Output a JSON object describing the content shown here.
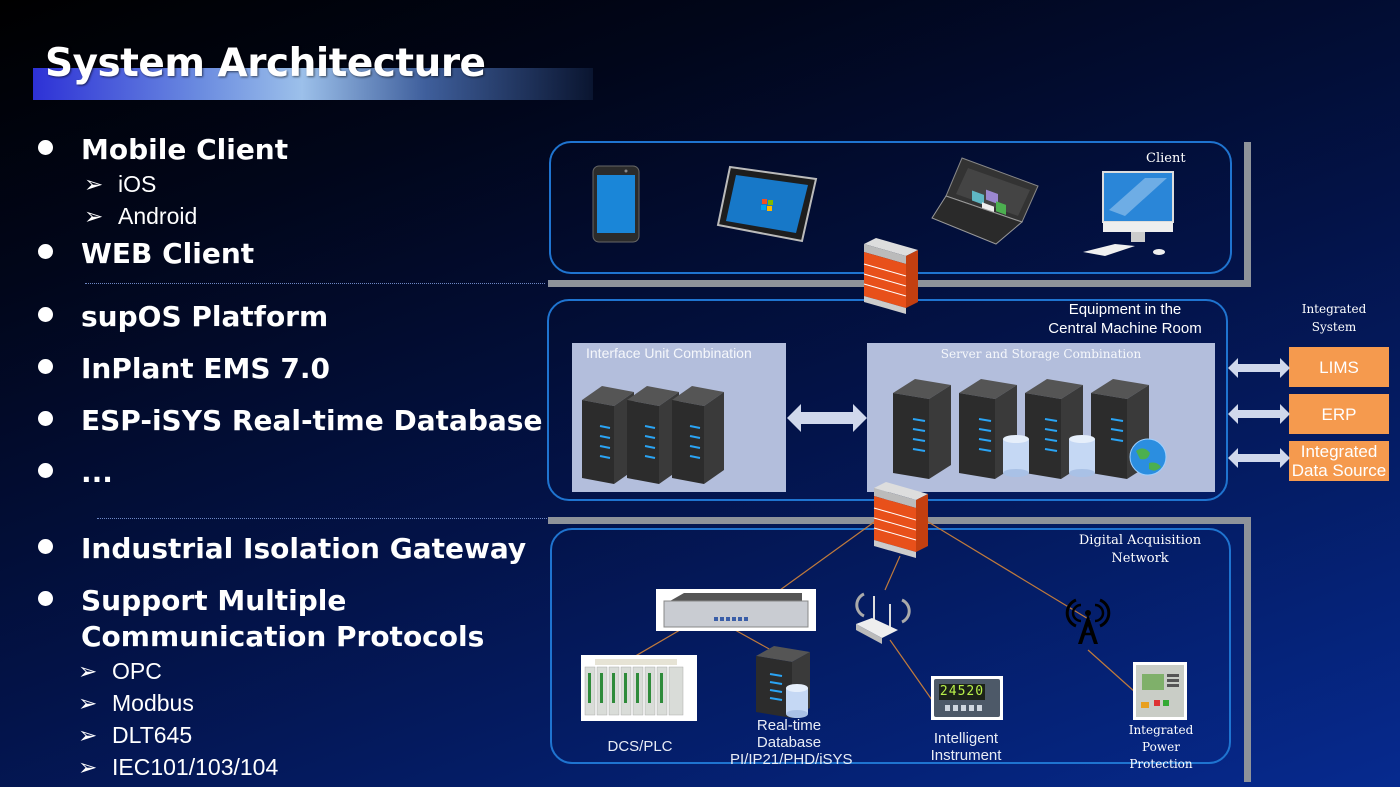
{
  "title": "System Architecture",
  "bullets_top": [
    {
      "label": "Mobile Client",
      "sub": [
        "iOS",
        "Android"
      ]
    },
    {
      "label": "WEB Client",
      "sub": []
    }
  ],
  "bullets_mid": [
    {
      "label": "supOS Platform"
    },
    {
      "label": "InPlant EMS 7.0"
    },
    {
      "label": "ESP-iSYS Real-time Database"
    },
    {
      "label": "..."
    }
  ],
  "bullets_bottom": [
    {
      "label": "Industrial Isolation Gateway"
    },
    {
      "label_line1": "Support Multiple",
      "label_line2": "Communication Protocols",
      "sub": [
        "OPC",
        "Modbus",
        "DLT645",
        "IEC101/103/104"
      ]
    }
  ],
  "diagram": {
    "client_tier": {
      "label": "Client",
      "devices": [
        "smartphone",
        "tablet",
        "laptop",
        "desktop"
      ]
    },
    "central_tier": {
      "label_line1": "Equipment in the",
      "label_line2": "Central Machine Room",
      "interface_group": "Interface Unit Combination",
      "server_group": "Server and Storage Combination"
    },
    "integrated_system": {
      "label_line1": "Integrated",
      "label_line2": "System",
      "items": [
        "LIMS",
        "ERP",
        "Integrated Data Source"
      ],
      "color": "#f59a4e"
    },
    "acquisition_tier": {
      "label_line1": "Digital Acquisition",
      "label_line2": "Network",
      "devices": {
        "dcs": "DCS/PLC",
        "rtdb_line1": "Real-time",
        "rtdb_line2": "Database",
        "rtdb_line3": "PI/IP21/PHD/iSYS",
        "instrument_line1": "Intelligent",
        "instrument_line2": "Instrument",
        "instrument_display": "24520",
        "power_line1": "Integrated",
        "power_line2": "Power",
        "power_line3": "Protection"
      }
    },
    "colors": {
      "panel_border": "#1f74d0",
      "bracket": "#8e939a",
      "firewall": "#e8501a",
      "link": "#c07a3c"
    }
  }
}
